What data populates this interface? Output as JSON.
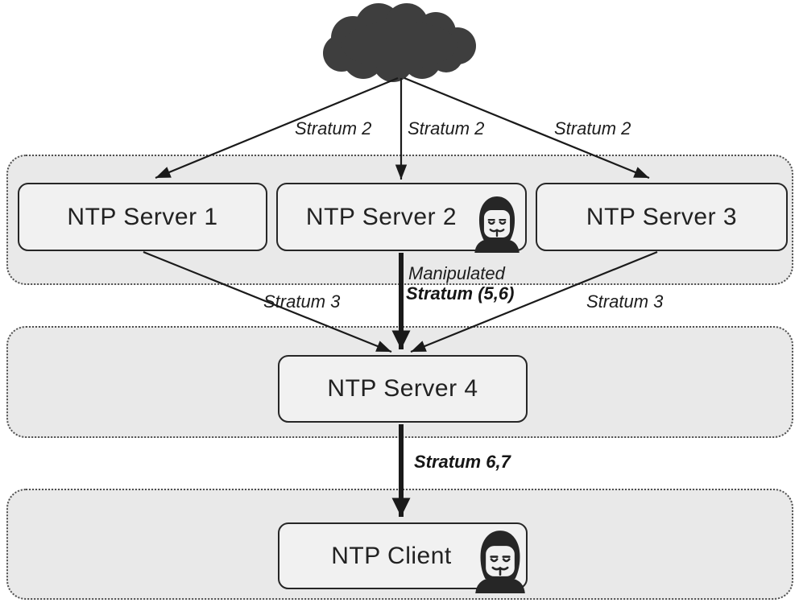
{
  "colors": {
    "cloud": "#3e3e3e",
    "line": "#1a1a1a",
    "tier_background": "#e9e9e9",
    "node_background": "#f1f1f1",
    "node_border": "#262626",
    "text": "#1f1f1f"
  },
  "diagram": {
    "nodes": [
      {
        "id": "ntp-server-1",
        "label": "NTP Server 1",
        "compromised": false
      },
      {
        "id": "ntp-server-2",
        "label": "NTP Server 2",
        "compromised": true
      },
      {
        "id": "ntp-server-3",
        "label": "NTP Server 3",
        "compromised": false
      },
      {
        "id": "ntp-server-4",
        "label": "NTP Server 4",
        "compromised": false
      },
      {
        "id": "ntp-client",
        "label": "NTP Client",
        "compromised": true
      }
    ],
    "edges": [
      {
        "id": "cloud-to-server1",
        "label": "Stratum 2"
      },
      {
        "id": "cloud-to-server2",
        "label": "Stratum 2"
      },
      {
        "id": "cloud-to-server3",
        "label": "Stratum 2"
      },
      {
        "id": "server1-to-server4",
        "label": "Stratum 3"
      },
      {
        "id": "server2-to-server4",
        "label_line1": "Manipulated",
        "label_line2": "Stratum (5,6)",
        "emphasis": "bold-thick-arrow"
      },
      {
        "id": "server3-to-server4",
        "label": "Stratum 3"
      },
      {
        "id": "server4-to-client",
        "label": "Stratum 6,7",
        "emphasis": "bold-thick-arrow"
      }
    ],
    "icons": [
      "cloud-icon",
      "hacker-icon"
    ]
  }
}
